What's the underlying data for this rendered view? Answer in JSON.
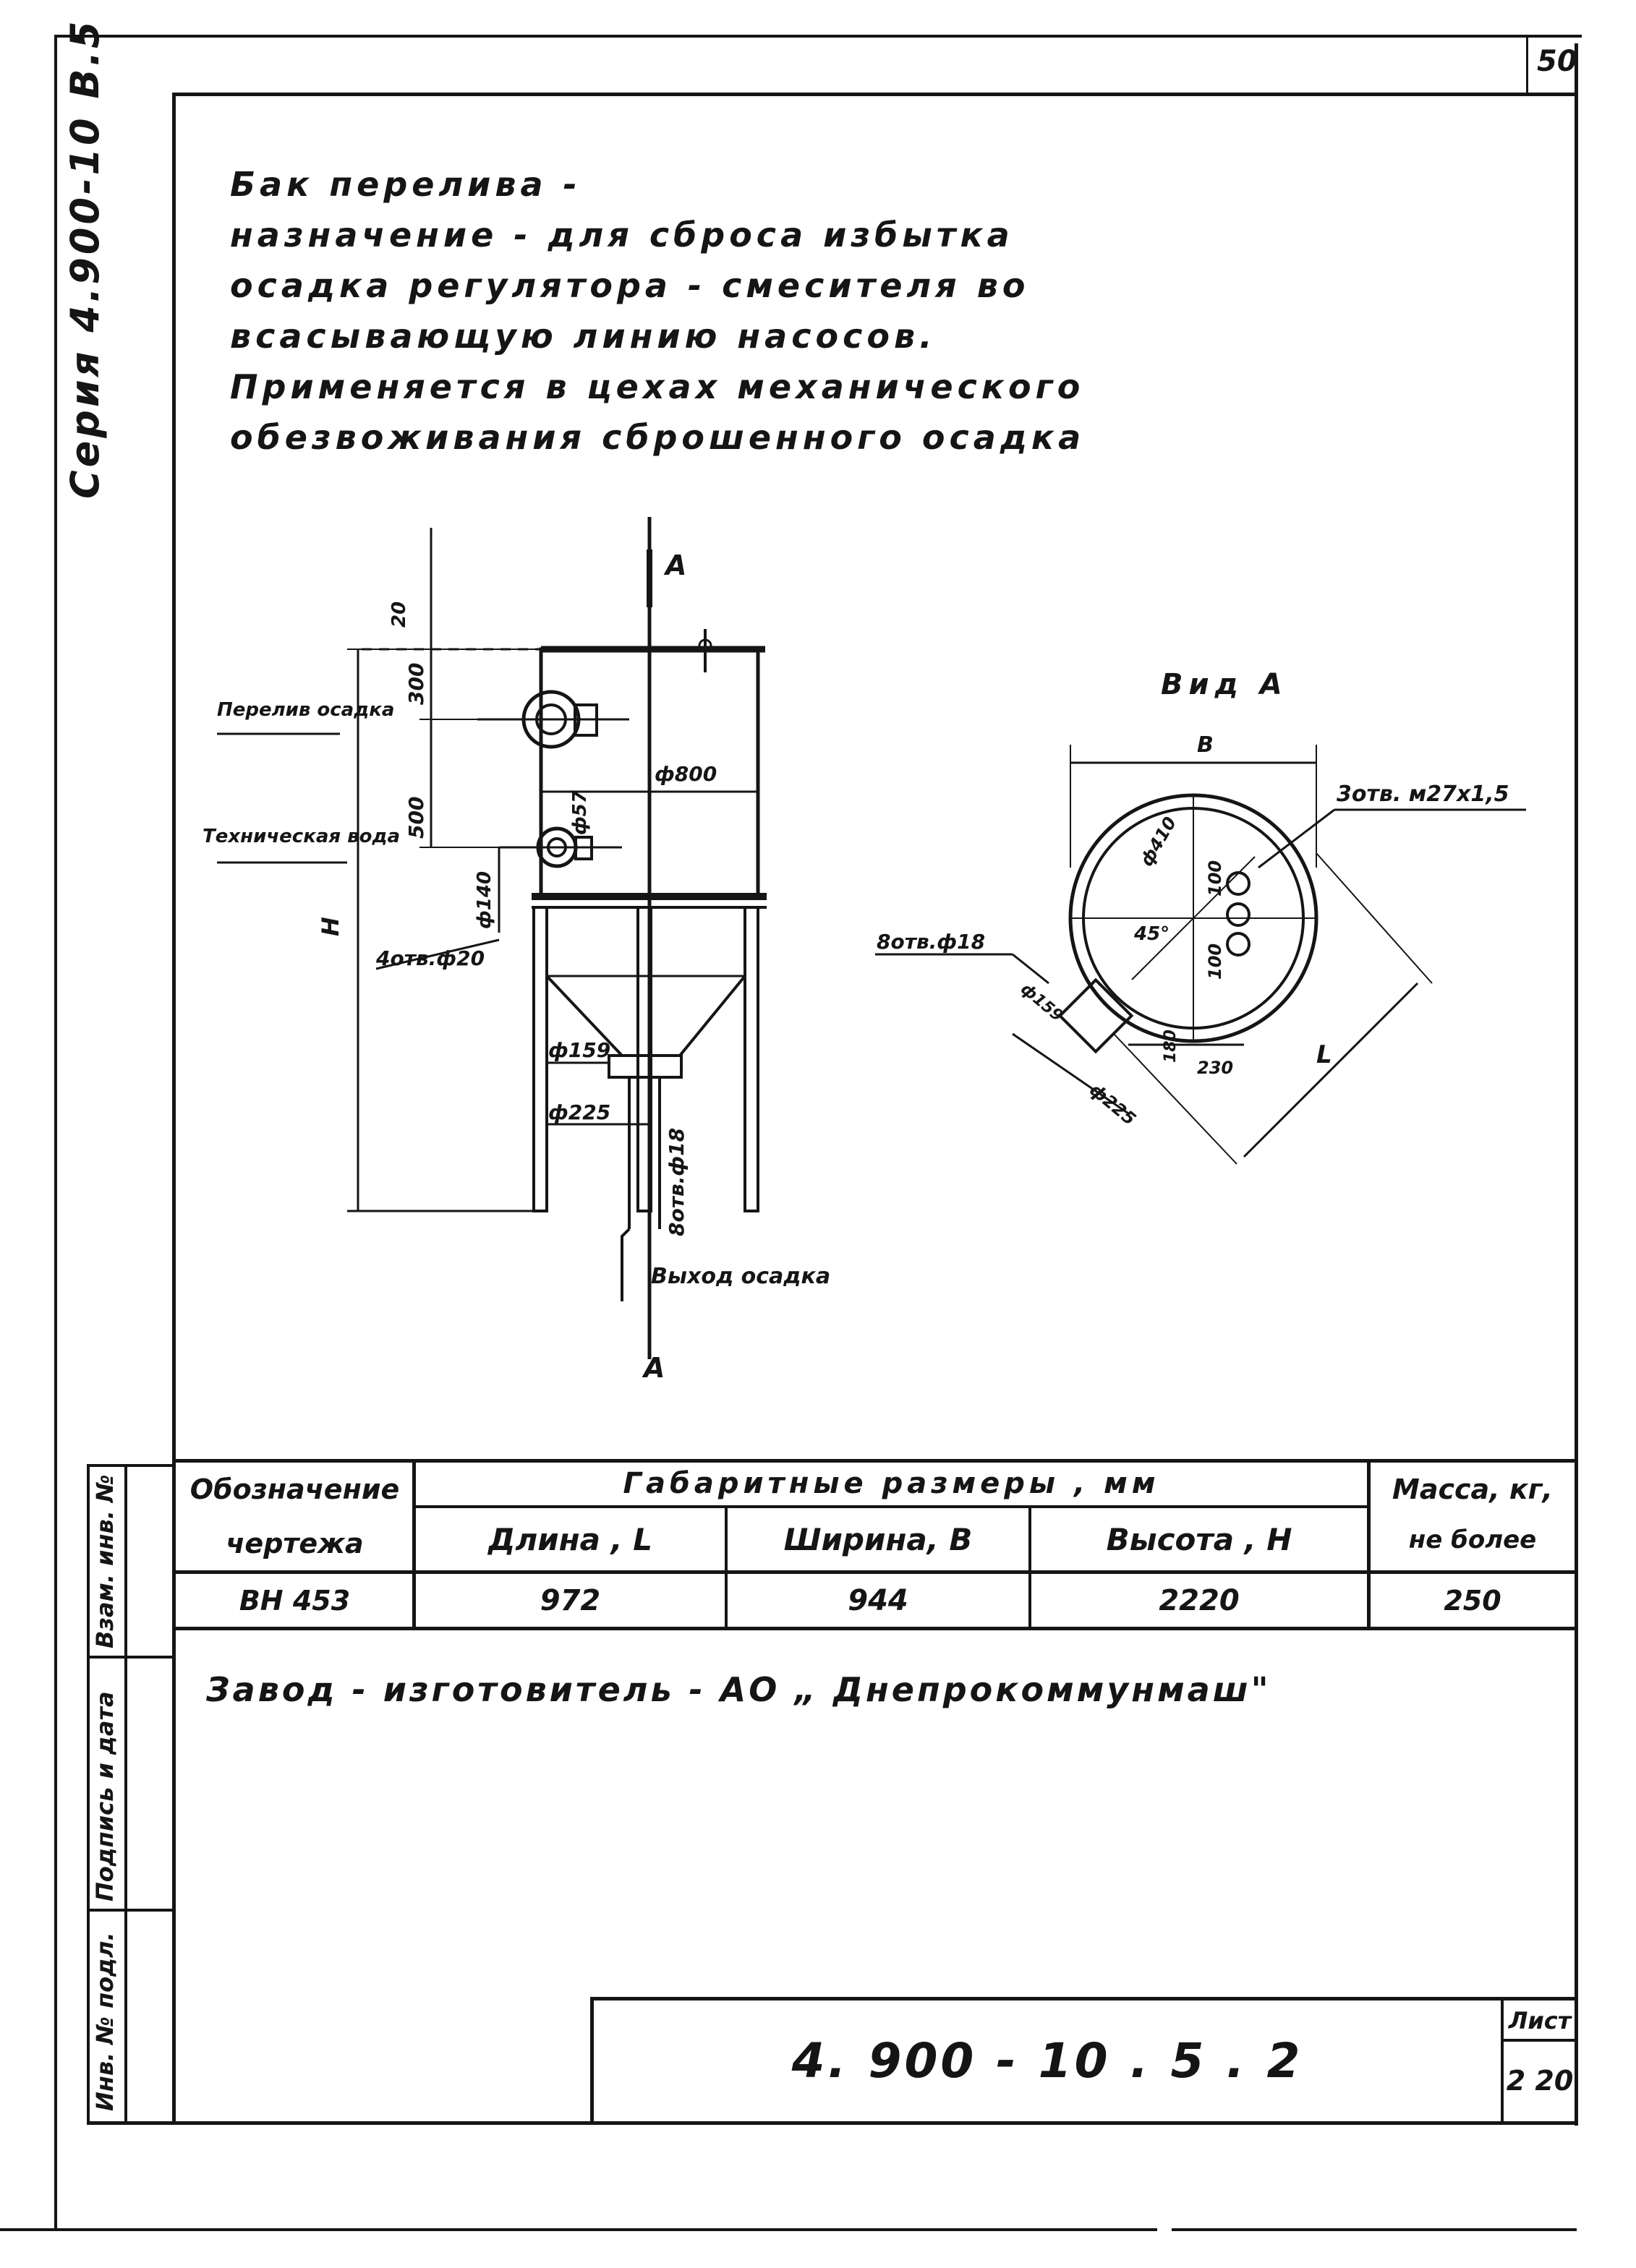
{
  "sheet": {
    "page_number": "50",
    "series_label": "Серия 4.900-10 В.5"
  },
  "description": {
    "lines": [
      "Бак перелива -",
      "назначение - для сброса избытка",
      "осадка регулятора - смесителя во",
      "всасывающую линию насосов.",
      "Применяется в цехах механического",
      "обезвоживания сброшенного осадка"
    ]
  },
  "drawing": {
    "front": {
      "label_section": "А",
      "label_section_bottom": "А",
      "label_overflow": "Перелив осадка",
      "label_tech_water": "Техническая вода",
      "label_holes": "4отв.ф20",
      "label_outlet": "Выход осадка",
      "dim_20": "20",
      "dim_300": "300",
      "dim_500": "500",
      "dim_800": "ф800",
      "dim_57": "ф57",
      "dim_140": "ф140",
      "dim_H": "Н",
      "dim_159": "ф159",
      "dim_225": "ф225",
      "dim_8holes18": "8отв.ф18"
    },
    "view_a": {
      "title": "Вид А",
      "dim_B": "В",
      "dim_holes": "3отв. м27х1,5",
      "dim_410": "ф410",
      "dim_100a": "100",
      "dim_100b": "100",
      "dim_45": "45°",
      "dim_8holes": "8отв.ф18",
      "dim_159": "ф159",
      "dim_180": "180",
      "dim_230": "230",
      "dim_225": "ф225",
      "dim_L": "L"
    }
  },
  "table": {
    "header_designation": [
      "Обозначение",
      "чертежа"
    ],
    "header_dimensions": "Габаритные размеры , мм",
    "header_length": "Длина , L",
    "header_width": "Ширина, В",
    "header_height": "Высота , Н",
    "header_mass": [
      "Масса, кг,",
      "не более"
    ],
    "row": {
      "designation": "ВН 453",
      "length": "972",
      "width": "944",
      "height": "2220",
      "mass": "250"
    }
  },
  "manufacturer": "Завод - изготовитель - АО „ Днепрокоммунмаш\"",
  "side_stamp": [
    "Инв. № подл.",
    "Подпись и дата",
    "Взам. инв. №"
  ],
  "title_block": {
    "code": "4. 900 - 10 . 5 . 2",
    "sheet_label": "Лист",
    "sheet_number": "2 20"
  }
}
